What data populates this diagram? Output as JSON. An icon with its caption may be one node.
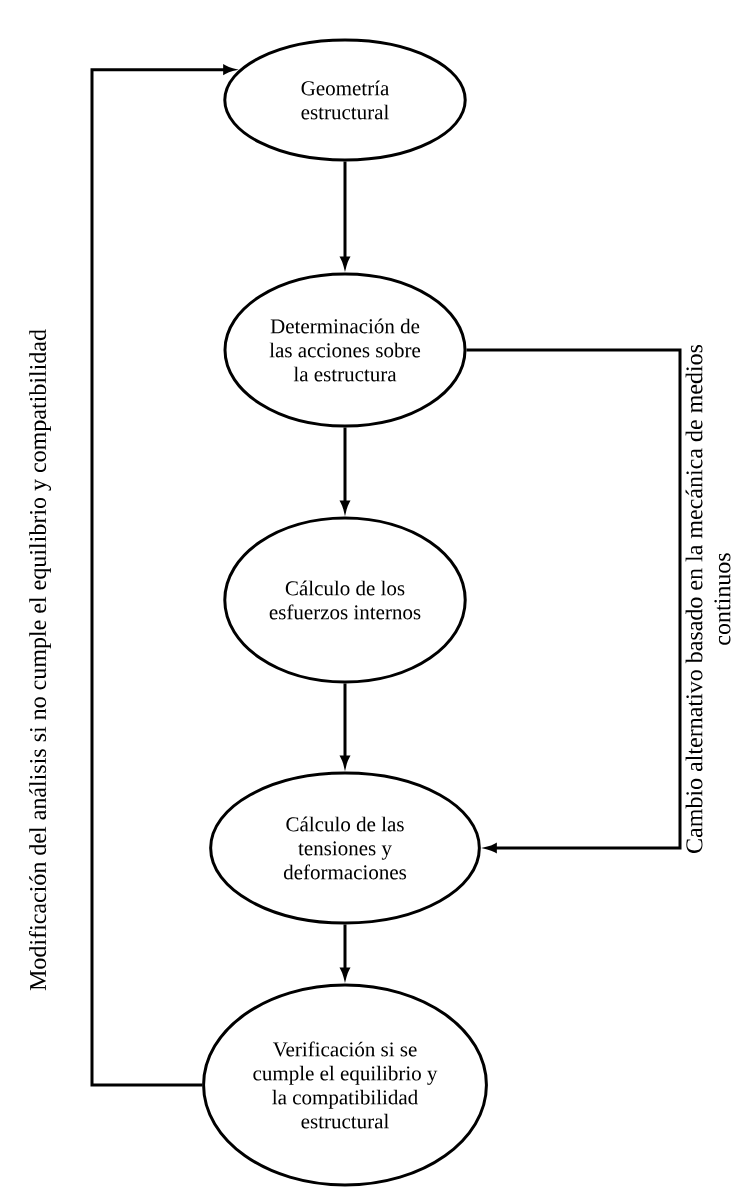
{
  "diagram": {
    "nodes": [
      {
        "text": [
          "Geometría estructural"
        ]
      },
      {
        "text": [
          "Determinación de las acciones sobre la estructura"
        ]
      },
      {
        "text": [
          "Cálculo de los esfuerzos internos"
        ]
      },
      {
        "text": [
          "Cálculo de las tensiones y deformaciones"
        ]
      },
      {
        "text": [
          "Verificación si se cumple el equilibrio y la compatibilidad estructural"
        ]
      }
    ],
    "edges": [
      {
        "from": 0,
        "to": 1,
        "arrow": "to"
      },
      {
        "from": 1,
        "to": 2,
        "arrow": "to"
      },
      {
        "from": 2,
        "to": 3,
        "arrow": "to"
      },
      {
        "from": 3,
        "to": 4,
        "arrow": "to"
      },
      {
        "from": 1,
        "to": 3,
        "arrow": "to",
        "label": "Cambio alternativo basado en la mecánica de medios continuos"
      },
      {
        "from": 4,
        "to": 0,
        "arrow": "to",
        "label": "Modificación del análisis si no cumple el equilibrio y compatibilidad"
      }
    ]
  }
}
